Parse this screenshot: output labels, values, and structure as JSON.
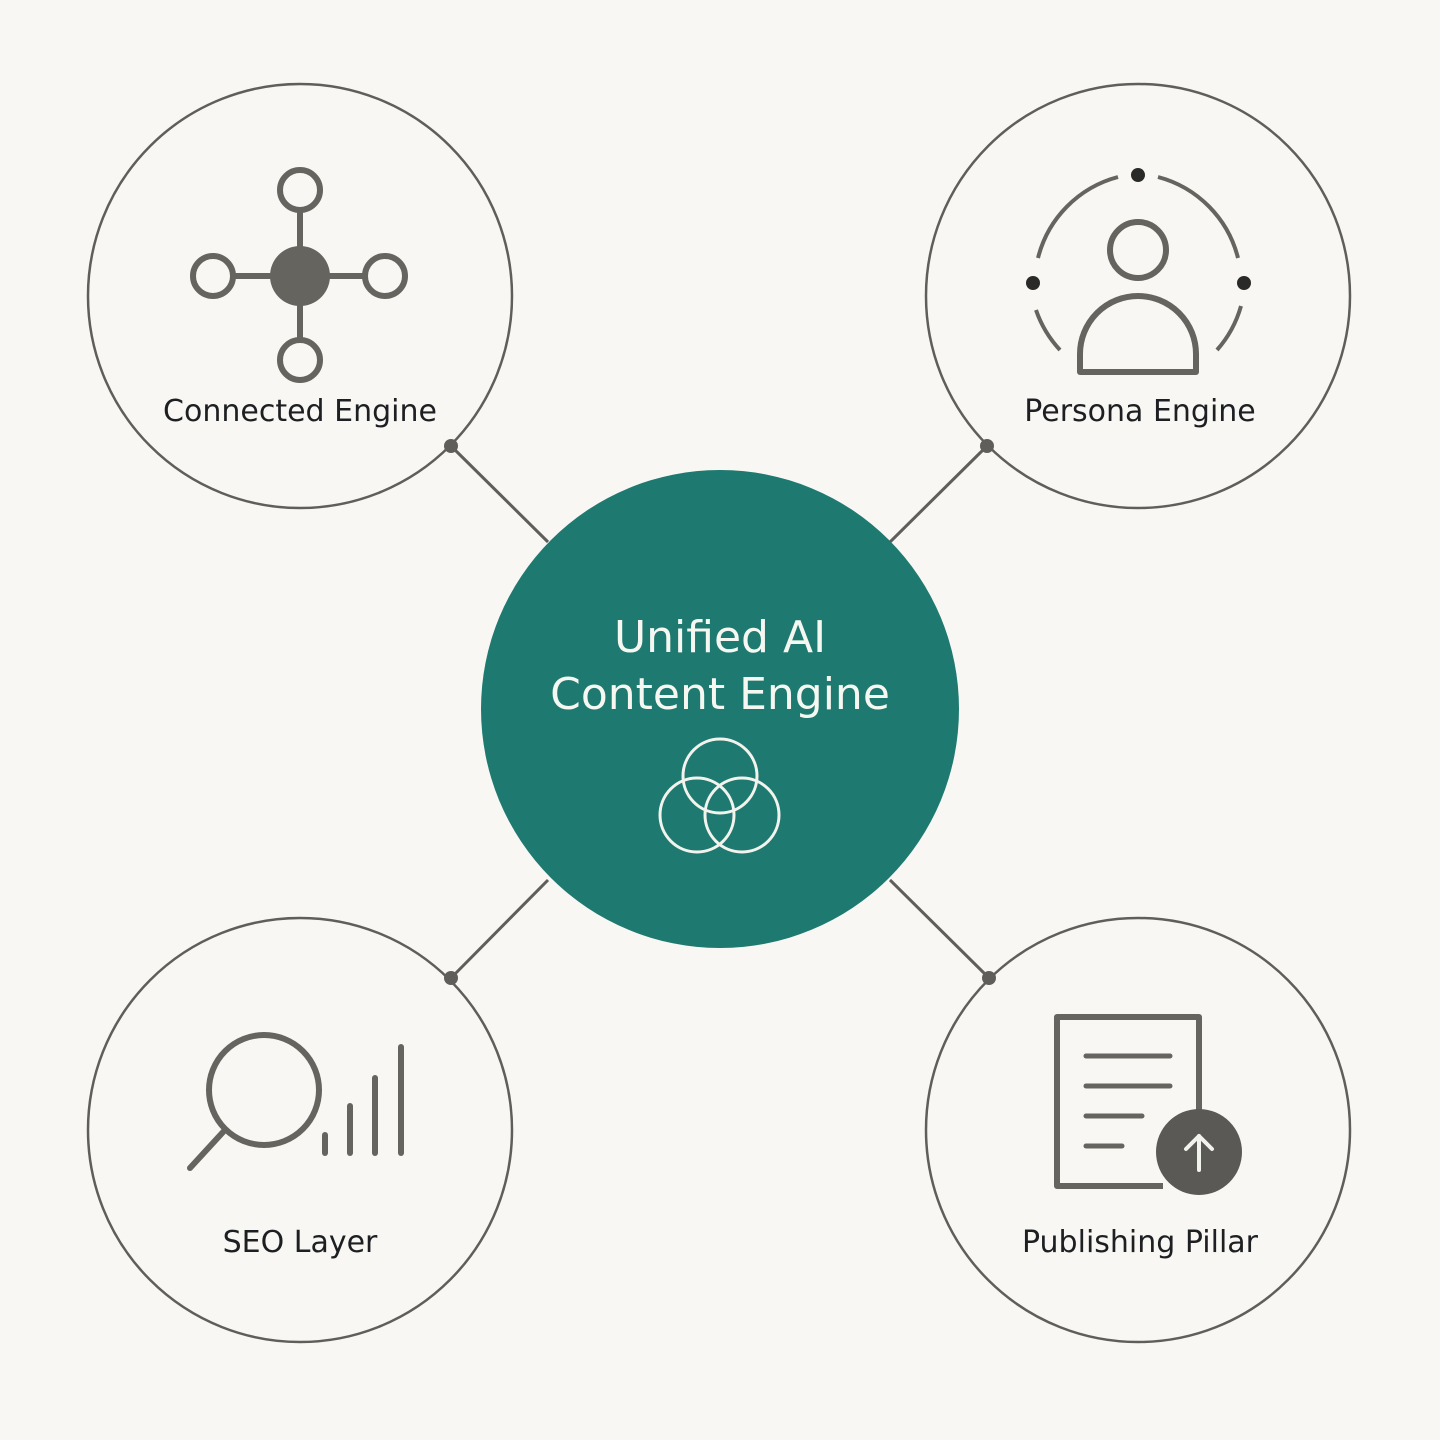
{
  "center": {
    "title_line1": "Unified AI",
    "title_line2": "Content Engine",
    "icon": "venn-three-circles-icon"
  },
  "nodes": [
    {
      "label": "Connected Engine",
      "icon": "network-hub-icon"
    },
    {
      "label": "Persona Engine",
      "icon": "persona-user-orbit-icon"
    },
    {
      "label": "SEO Layer",
      "icon": "search-analytics-icon"
    },
    {
      "label": "Publishing Pillar",
      "icon": "document-upload-icon"
    }
  ],
  "colors": {
    "background": "#f8f7f3",
    "center_fill": "#1e7a70",
    "center_text": "#f7f7f2",
    "outline": "#5f5e5b",
    "icon": "#66645f",
    "text": "#1d1f22"
  }
}
